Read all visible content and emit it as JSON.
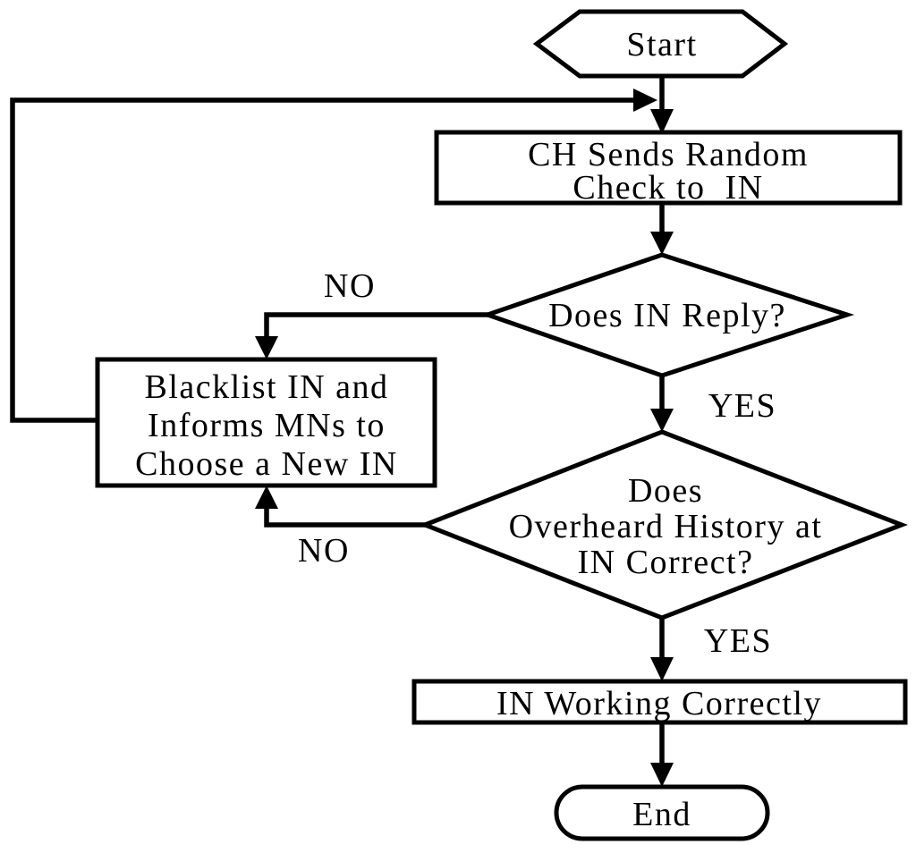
{
  "diagram": {
    "type": "flowchart",
    "colors": {
      "background": "#ffffff",
      "stroke": "#000000",
      "text": "#000000"
    },
    "nodes": {
      "start": {
        "type": "terminator-hexagon",
        "label": "Start"
      },
      "send_check": {
        "type": "process",
        "lines": [
          "CH Sends Random",
          "Check to  IN"
        ]
      },
      "reply_decision": {
        "type": "decision",
        "label": "Does IN Reply?"
      },
      "blacklist": {
        "type": "process",
        "lines": [
          "Blacklist IN and",
          "Informs MNs to",
          "Choose a New IN"
        ]
      },
      "history_decision": {
        "type": "decision",
        "lines": [
          "Does",
          "Overheard History at",
          "IN Correct?"
        ]
      },
      "working": {
        "type": "process",
        "label": "IN Working Correctly"
      },
      "end": {
        "type": "terminator-stadium",
        "label": "End"
      }
    },
    "edges": {
      "start_to_send_check": {
        "from": "start",
        "to": "send_check",
        "label": ""
      },
      "send_check_to_reply": {
        "from": "send_check",
        "to": "reply_decision",
        "label": ""
      },
      "reply_no": {
        "from": "reply_decision",
        "to": "blacklist",
        "label": "NO"
      },
      "reply_yes": {
        "from": "reply_decision",
        "to": "history_decision",
        "label": "YES"
      },
      "history_no": {
        "from": "history_decision",
        "to": "blacklist",
        "label": "NO"
      },
      "history_yes": {
        "from": "history_decision",
        "to": "working",
        "label": "YES"
      },
      "working_to_end": {
        "from": "working",
        "to": "end",
        "label": ""
      },
      "blacklist_loop_to_send_check": {
        "from": "blacklist",
        "to": "send_check",
        "label": ""
      }
    }
  }
}
